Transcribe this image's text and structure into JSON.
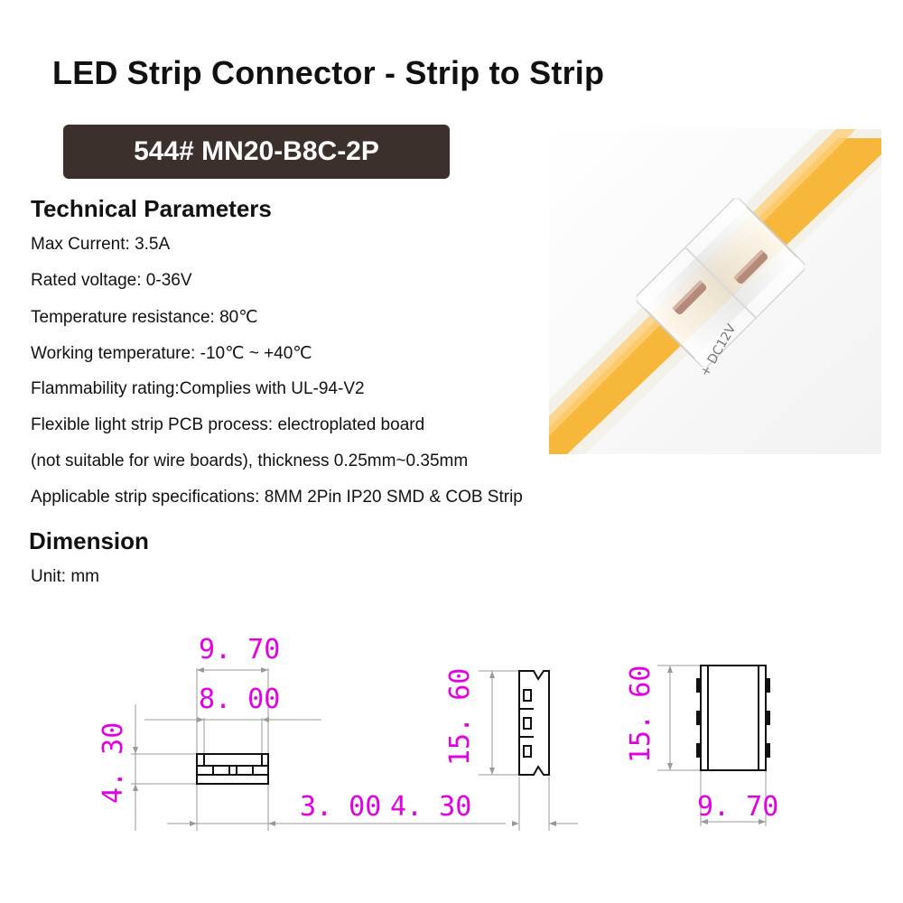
{
  "title": "LED Strip Connector - Strip to Strip",
  "model": "544#  MN20-B8C-2P",
  "technical": {
    "heading": "Technical Parameters",
    "lines": [
      "Max Current: 3.5A",
      "Rated voltage: 0-36V",
      "Temperature resistance: 80℃",
      "Working temperature: -10℃ ~ +40℃",
      "Flammability rating:Complies with UL-94-V2",
      "Flexible light strip PCB process: electroplated board",
      "(not suitable for wire boards), thickness 0.25mm~0.35mm",
      "Applicable strip specifications:  8MM  2Pin IP20 SMD & COB Strip"
    ]
  },
  "dimension": {
    "heading": "Dimension",
    "unit": "Unit: mm",
    "labels": {
      "top_width_outer": "9. 70",
      "top_width_inner": "8. 00",
      "left_height": "4. 30",
      "bottom_a": "3. 00",
      "bottom_b": "4. 30",
      "side_height": "15. 60",
      "front_height": "15. 60",
      "front_width": "9. 70"
    },
    "color": "#e400e4"
  },
  "photo_text": "+ DC12V"
}
